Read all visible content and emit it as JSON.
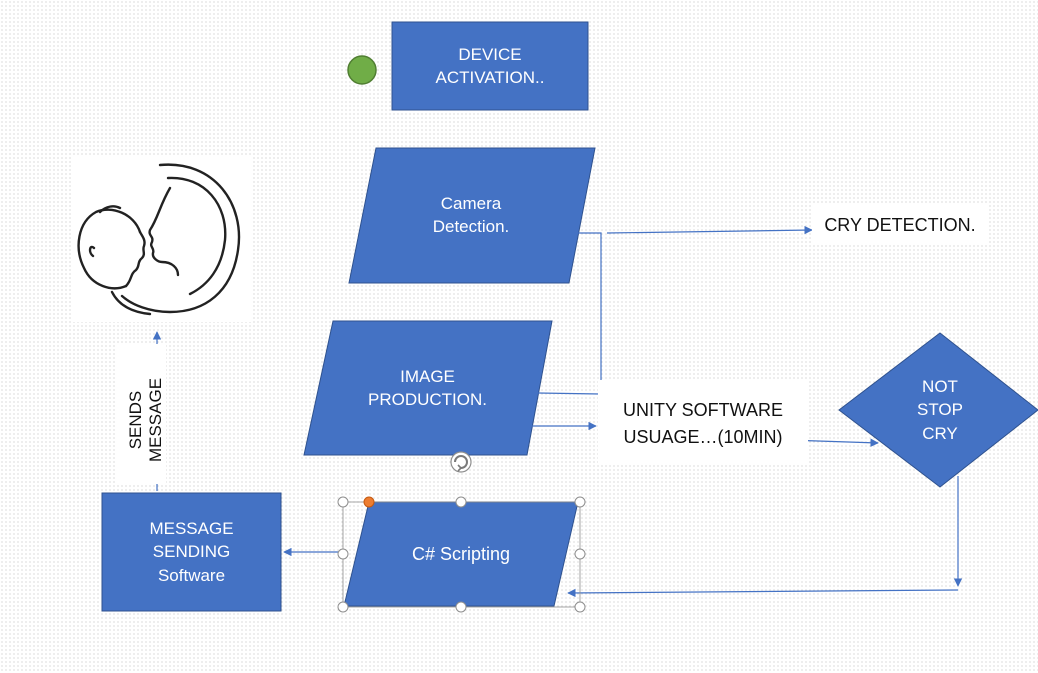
{
  "colors": {
    "shape_fill": "#4472C4",
    "shape_stroke": "#2F528F",
    "connector": "#4472C4",
    "start_indicator": "#70AD47",
    "selection_accent": "#ED7D31"
  },
  "nodes": {
    "device_activation": "DEVICE\nACTIVATION..",
    "camera_detection": "Camera\nDetection.",
    "cry_detection": "CRY DETECTION.",
    "image_production": "IMAGE\nPRODUCTION.",
    "unity_software": "UNITY SOFTWARE\nUSUAGE…(10MIN)",
    "not_stop_cry": "NOT\nSTOP\nCRY",
    "csharp_scripting": "C# Scripting",
    "message_sending": "MESSAGE\nSENDING\nSoftware",
    "sends_message": "SENDS\nMESSAGE"
  },
  "icons": {
    "start": "green-circle-icon",
    "illustration": "mother-and-baby-icon",
    "rotate_handle": "rotate-handle-icon"
  }
}
